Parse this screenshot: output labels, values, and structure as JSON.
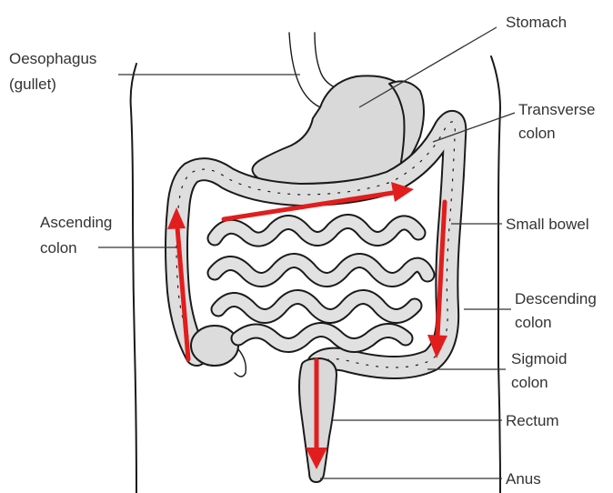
{
  "labels": {
    "oesophagus": "Oesophagus",
    "oesophagus_sub": "(gullet)",
    "stomach": "Stomach",
    "transverse_1": "Transverse",
    "transverse_2": "colon",
    "ascending_1": "Ascending",
    "ascending_2": "colon",
    "small_bowel": "Small bowel",
    "descending_1": "Descending",
    "descending_2": "colon",
    "sigmoid_1": "Sigmoid",
    "sigmoid_2": "colon",
    "rectum": "Rectum",
    "anus": "Anus"
  },
  "colors": {
    "arrow": "#e21d1d",
    "organ_fill": "#d9d9d9",
    "line": "#1a1a1a",
    "label_text": "#333333"
  }
}
